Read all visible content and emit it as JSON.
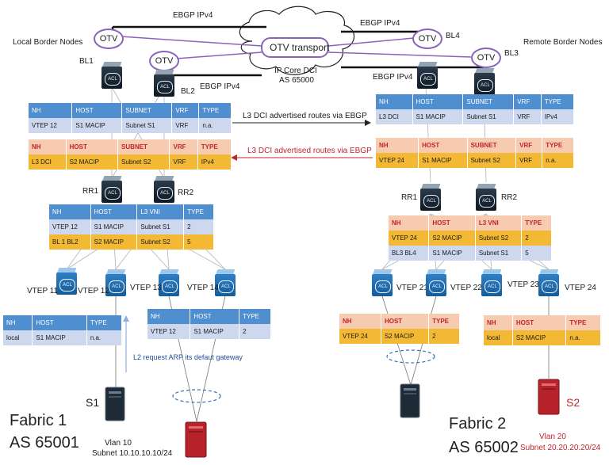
{
  "labels": {
    "ebgp_top_left": "EBGP IPv4",
    "ebgp_top_right": "EBGP IPv4",
    "ebgp_bl2": "EBGP IPv4",
    "ebgp_bl4": "EBGP IPv4",
    "local_border_nodes": "Local Border Nodes",
    "remote_border_nodes": "Remote Border Nodes",
    "otv_transport": "OTV transport",
    "ip_core_dci": "IP Core DCI",
    "ip_core_as": "AS 65000",
    "l3_dci_right": "L3 DCI advertised routes via EBGP",
    "l3_dci_left": "L3 DCI advertised routes via EBGP",
    "l2_request": "L2 request ARP its defaut gateway",
    "fabric1_name": "Fabric 1",
    "fabric1_as": "AS 65001",
    "fabric2_name": "Fabric 2",
    "fabric2_as": "AS 65002",
    "vlan10": "Vlan 10",
    "subnet10": "Subnet  10.10.10.10/24",
    "vlan20": "Vlan 20",
    "subnet20": "Subnet  20.20.20.20/24",
    "s1": "S1",
    "s2": "S2"
  },
  "nodes": {
    "bl1": "BL1",
    "bl2": "BL2",
    "bl3": "BL3",
    "bl4": "BL4",
    "rr1_left": "RR1",
    "rr2_left": "RR2",
    "rr1_right": "RR1",
    "rr2_right": "RR2",
    "vtep11": "VTEP 11",
    "vtep12": "VTEP 12",
    "vtep13": "VTEP 13",
    "vtep14": "VTEP 14",
    "vtep21": "VTEP 21",
    "vtep22": "VTEP 22",
    "vtep23": "VTEP 23",
    "vtep24": "VTEP 24",
    "otv": "OTV",
    "acl": "ACL"
  },
  "tables": {
    "bl_left_blue": {
      "header": [
        "NH",
        "HOST",
        "SUBNET",
        "VRF",
        "TYPE"
      ],
      "rows": [
        [
          "VTEP 12",
          "S1 MACIP",
          "Subnet S1",
          "VRF",
          "n.a."
        ]
      ]
    },
    "bl_left_red": {
      "header": [
        "NH",
        "HOST",
        "SUBNET",
        "VRF",
        "TYPE"
      ],
      "rows": [
        [
          "L3 DCI",
          "S2 MACIP",
          "Subnet S2",
          "VRF",
          "IPv4"
        ]
      ]
    },
    "bl_right_blue": {
      "header": [
        "NH",
        "HOST",
        "SUBNET",
        "VRF",
        "TYPE"
      ],
      "rows": [
        [
          "L3 DCI",
          "S1 MACIP",
          "Subnet S1",
          "VRF",
          "IPv4"
        ]
      ]
    },
    "bl_right_red": {
      "header": [
        "NH",
        "HOST",
        "SUBNET",
        "VRF",
        "TYPE"
      ],
      "rows": [
        [
          "VTEP 24",
          "S1 MACIP",
          "Subnet S2",
          "VRF",
          "n.a."
        ]
      ]
    },
    "rr_left": {
      "header": [
        "NH",
        "HOST",
        "L3 VNI",
        "TYPE"
      ],
      "rows": [
        [
          "VTEP 12",
          "S1 MACIP",
          "Subnet S1",
          "2"
        ],
        [
          "BL 1  BL2",
          "S2 MACIP",
          "Subnet S2",
          "5"
        ]
      ]
    },
    "rr_right": {
      "header": [
        "NH",
        "HOST",
        "L3 VNI",
        "TYPE"
      ],
      "rows": [
        [
          "VTEP 24",
          "S2 MACIP",
          "Subnet S2",
          "2"
        ],
        [
          "BL3  BL4",
          "S1 MACIP",
          "Subnet S1",
          "5"
        ]
      ]
    },
    "vtep12_tbl": {
      "header": [
        "NH",
        "HOST",
        "TYPE"
      ],
      "rows": [
        [
          "local",
          "S1 MACIP",
          "n.a."
        ]
      ]
    },
    "vtep14_tbl": {
      "header": [
        "NH",
        "HOST",
        "TYPE"
      ],
      "rows": [
        [
          "VTEP 12",
          "S1 MACIP",
          "2"
        ]
      ]
    },
    "vtep22_tbl": {
      "header": [
        "NH",
        "HOST",
        "TYPE"
      ],
      "rows": [
        [
          "VTEP 24",
          "S2 MACIP",
          "2"
        ]
      ]
    },
    "vtep24_tbl": {
      "header": [
        "NH",
        "HOST",
        "TYPE"
      ],
      "rows": [
        [
          "local",
          "S2 MACIP",
          "n.a."
        ]
      ]
    }
  },
  "colors": {
    "header_blue": "#4f8fd0",
    "header_red_bg": "#f6cbb0",
    "row_blue": "#cdd8ee",
    "row_yellow": "#f4b934",
    "arrow_red": "#c0262d",
    "otv_purple": "#8a63b8"
  }
}
